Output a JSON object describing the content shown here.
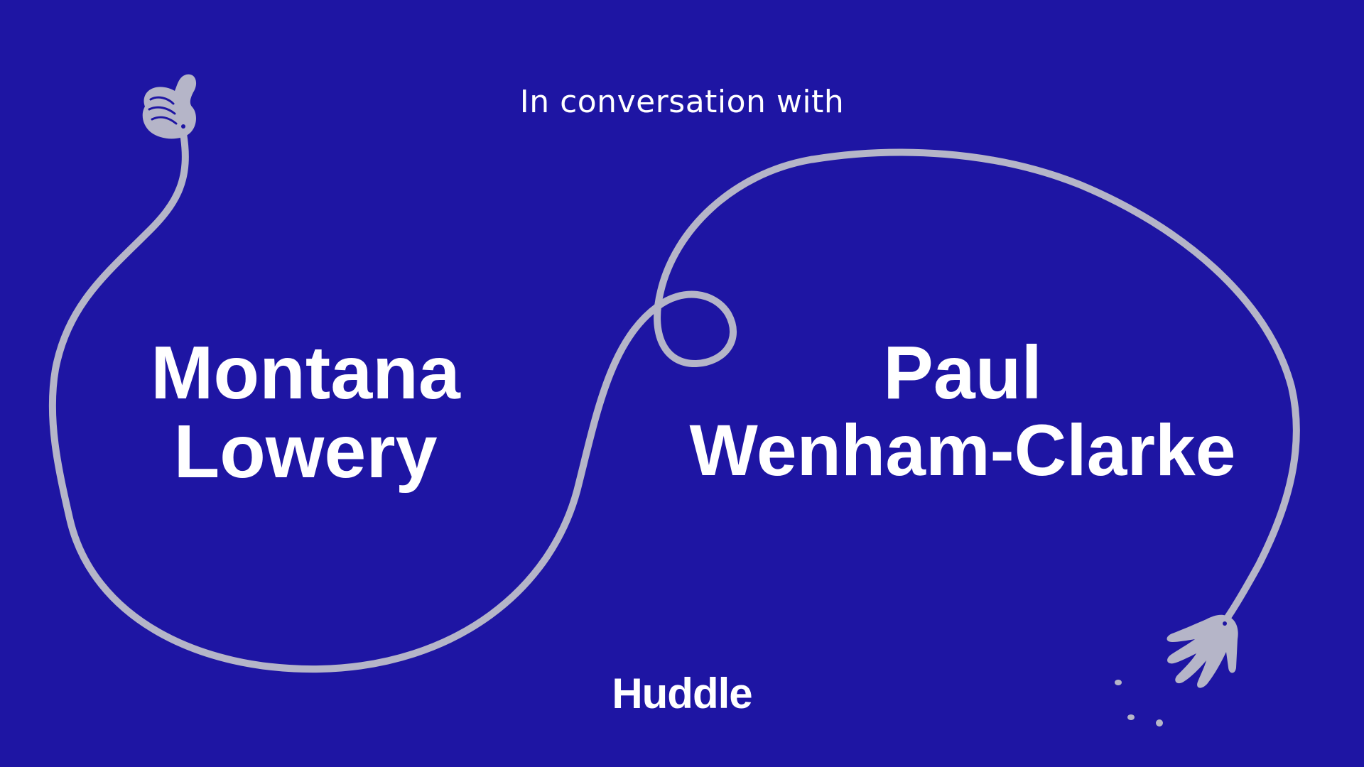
{
  "slide": {
    "subtitle": "In conversation with",
    "guest_left": {
      "first_name": "Montana",
      "last_name": "Lowery"
    },
    "guest_right": {
      "first_name": "Paul",
      "last_name": "Wenham-Clarke"
    },
    "logo_text": "Huddle"
  },
  "colors": {
    "background": "#1e15a3",
    "text": "#ffffff",
    "rope": "#b5b5c8"
  },
  "icons": [
    "thumbs-up-hand-icon",
    "open-hand-icon"
  ]
}
